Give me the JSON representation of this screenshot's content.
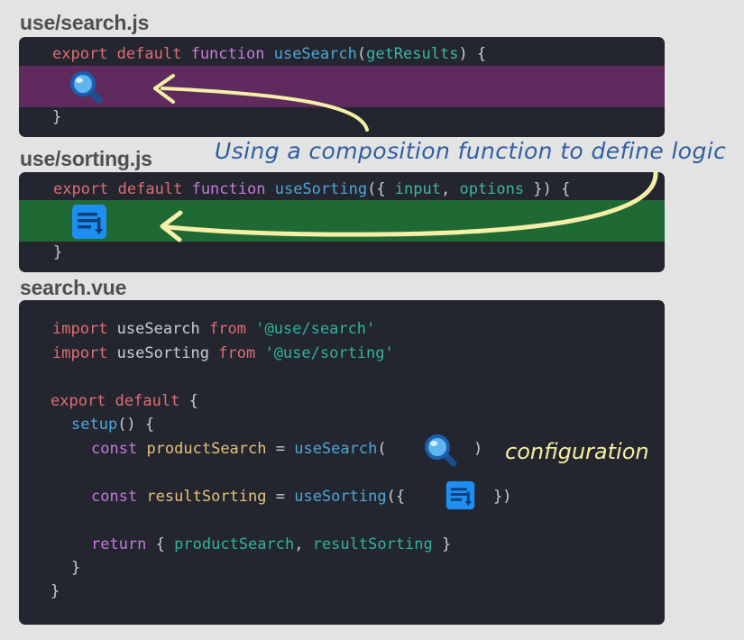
{
  "files": {
    "search_js": "use/search.js",
    "sorting_js": "use/sorting.js",
    "search_vue": "search.vue"
  },
  "search_panel": {
    "kw_export": "export",
    "kw_default": "default",
    "kw_function": "function",
    "name": "useSearch",
    "open_paren": "(",
    "param": "getResults",
    "close_sig": ") {",
    "close_brace": "}",
    "band_color": "#5f2b5f"
  },
  "sorting_panel": {
    "kw_export": "export",
    "kw_default": "default",
    "kw_function": "function",
    "name": "useSorting",
    "open_sig": "({ ",
    "param1": "input",
    "comma": ", ",
    "param2": "options",
    "close_sig": " }) {",
    "close_brace": "}",
    "band_color": "#1f6a34"
  },
  "vue_panel": {
    "l1_import": "import",
    "l1_name": " useSearch ",
    "l1_from": "from",
    "l1_path": "'@use/search'",
    "l2_import": "import",
    "l2_name": " useSorting ",
    "l2_from": "from",
    "l2_path": "'@use/sorting'",
    "l3_export": "export",
    "l3_default": "default",
    "l3_brace": " {",
    "l4_setup": "setup",
    "l4_rest": "() {",
    "l5_const": "const",
    "l5_var": "productSearch",
    "l5_eq": " = ",
    "l5_call": "useSearch",
    "l5_open": "(",
    "l5_close": ")",
    "l6_const": "const",
    "l6_var": "resultSorting",
    "l6_eq": " = ",
    "l6_call": "useSorting",
    "l6_open": "({",
    "l6_close": "})",
    "l7_return": "return",
    "l7_open": " { ",
    "l7_a": "productSearch",
    "l7_comma": ", ",
    "l7_b": "resultSorting",
    "l7_close": " }",
    "l8_brace": "}",
    "l9_brace": "}"
  },
  "annotations": {
    "composition": "Using a composition function to define logic",
    "configuration": "configuration"
  },
  "icons": {
    "search": "magnifier-icon",
    "sort": "sort-list-icon"
  },
  "colors": {
    "background": "#e3e3e3",
    "panel": "#23262e",
    "arrow": "#f5efa8",
    "caption_blue": "#2f5fa0",
    "caption_yellow": "#f7f0a0"
  }
}
